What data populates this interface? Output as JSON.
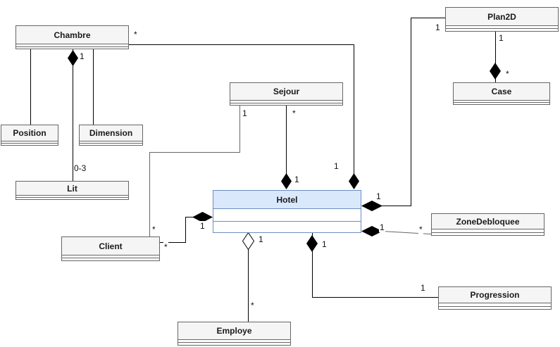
{
  "diagram": {
    "kind": "uml-class-diagram",
    "classes": {
      "chambre": {
        "name": "Chambre"
      },
      "position": {
        "name": "Position"
      },
      "dimension": {
        "name": "Dimension"
      },
      "lit": {
        "name": "Lit"
      },
      "sejour": {
        "name": "Sejour"
      },
      "hotel": {
        "name": "Hotel"
      },
      "client": {
        "name": "Client"
      },
      "employe": {
        "name": "Employe"
      },
      "plan2d": {
        "name": "Plan2D"
      },
      "case": {
        "name": "Case"
      },
      "zonedebloquee": {
        "name": "ZoneDebloquee"
      },
      "progression": {
        "name": "Progression"
      }
    },
    "edges": {
      "chambre_lit": {
        "chambre_mult": "1",
        "lit_mult": "0-3"
      },
      "chambre_hotel": {
        "chambre_mult": "*",
        "hotel_mult": "1"
      },
      "sejour_hotel": {
        "sejour_mult": "*",
        "hotel_mult": "1"
      },
      "sejour_client": {
        "sejour_mult": "1",
        "client_mult": "*"
      },
      "client_hotel": {
        "client_mult": "*",
        "hotel_mult": "1"
      },
      "hotel_plan2d": {
        "hotel_mult": "1",
        "plan2d_mult": "1"
      },
      "hotel_zonedebloquee": {
        "hotel_mult": "1",
        "zonedebloquee_mult": "*"
      },
      "hotel_employe": {
        "hotel_mult": "1",
        "employe_mult": "*"
      },
      "hotel_progression": {
        "hotel_mult": "1",
        "progression_mult": "1"
      },
      "plan2d_case": {
        "plan2d_mult": "1",
        "case_mult": "*"
      }
    },
    "colors": {
      "class_fill": "#f5f5f5",
      "class_border": "#666666",
      "hotel_fill": "#dae8fc",
      "hotel_border": "#6c8ebf",
      "line": "#000000"
    }
  }
}
